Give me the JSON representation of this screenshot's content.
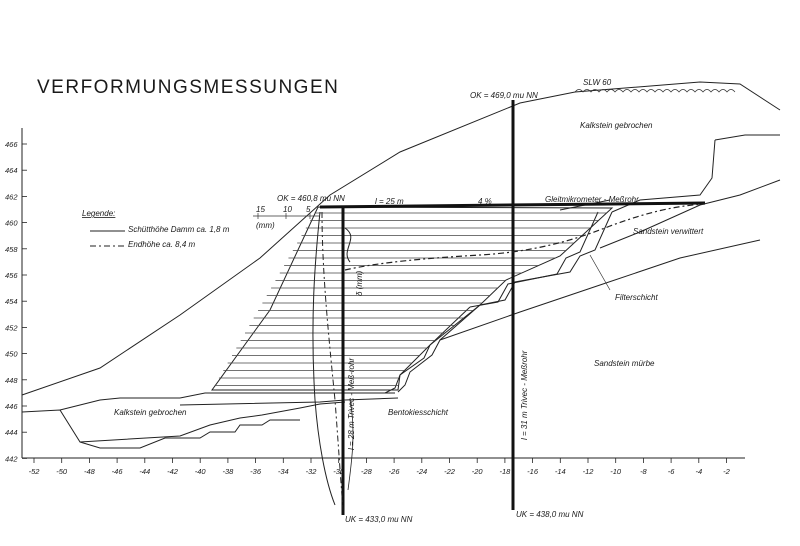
{
  "title": "VERFORMUNGSMESSUNGEN",
  "labels": {
    "ok_right": "OK = 469,0 mu NN",
    "slw": "SLW 60",
    "kalkstein_top": "Kalkstein gebrochen",
    "ok_left": "OK = 460,8 mu NN",
    "l_25": "l = 25 m",
    "slope": "4 %",
    "gleitmikrometer": "Gleitmikrometer - Meßrohr",
    "sandstein_verwittert": "Sandstein verwittert",
    "legende": "Legende:",
    "legend_solid": "Schütthöhe Damm ca. 1,8 m",
    "legend_dash": "Endhöhe ca. 8,4 m",
    "scale_15": "15",
    "scale_10": "10",
    "scale_5": "5",
    "mm_left": "(mm)",
    "delta": "δ (mm)",
    "filterschicht": "Filterschicht",
    "sandstein_murbe": "Sandstein mürbe",
    "kalkstein_bottom": "Kalkstein gebrochen",
    "bentokiesschicht": "Bentokiesschicht",
    "trivec_left": "l = 28 m Trivec - Meß-rohr",
    "trivec_right": "l = 31 m Trivec - Meßrohr",
    "uk_left": "UK = 433,0 mu NN",
    "uk_right": "UK = 438,0 mu NN"
  },
  "y_axis_ticks": [
    "466",
    "464",
    "462",
    "460",
    "458",
    "456",
    "454",
    "452",
    "450",
    "448",
    "446",
    "444",
    "442"
  ],
  "x_axis_ticks": [
    "-52",
    "-50",
    "-48",
    "-46",
    "-44",
    "-42",
    "-40",
    "-38",
    "-36",
    "-34",
    "-32",
    "-30",
    "-28",
    "-26",
    "-24",
    "-22",
    "-20",
    "-18",
    "-16",
    "-14",
    "-12",
    "-10",
    "-8",
    "-6",
    "-4",
    "-2"
  ]
}
